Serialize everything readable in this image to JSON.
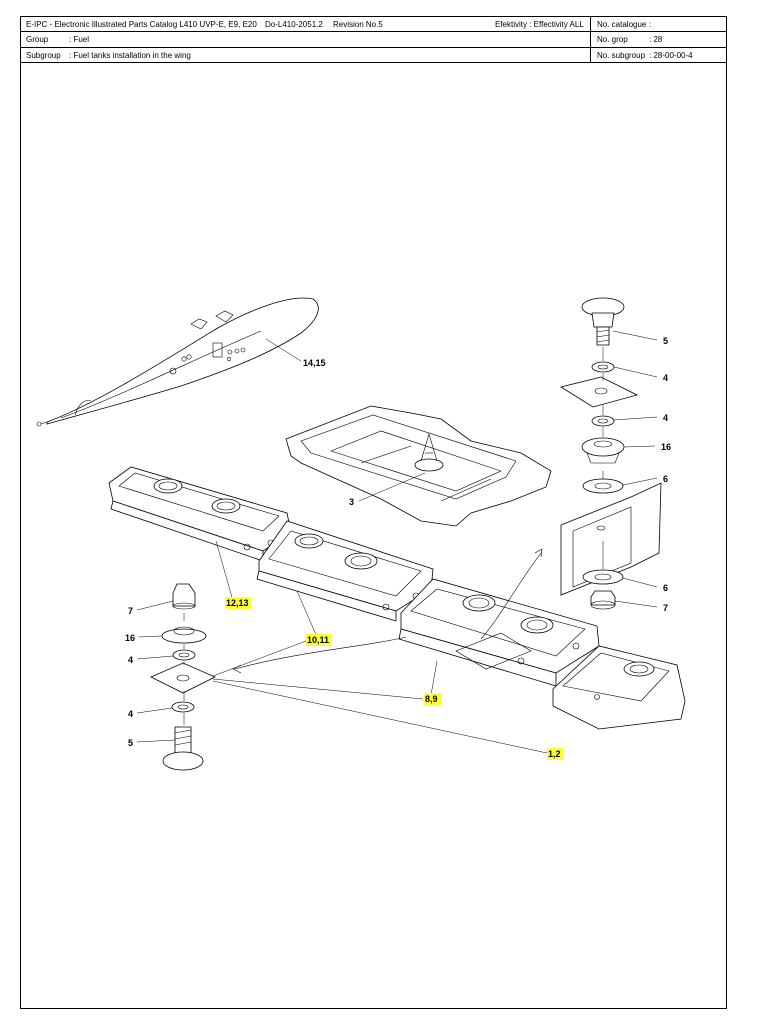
{
  "header": {
    "catalog_title": "E-IPC - Electronic Illustrated Parts Catalog L410 UVP-E, E9, E20",
    "doc_number": "Do-L410-2051.2",
    "revision": "Revision No.5",
    "effectivity": "Efektivity : Effectivity ALL",
    "group_label": "Group",
    "group_value": ": Fuel",
    "subgroup_label": "Subgroup",
    "subgroup_value": ": Fuel tanks installation in the wing",
    "no_catalogue_label": "No. catalogue",
    "no_catalogue_value": ":",
    "no_grop_label": "No. grop",
    "no_grop_value": ":  28",
    "no_subgroup_label": "No. subgroup",
    "no_subgroup_value": ":  28-00-00-4"
  },
  "callouts": {
    "c14_15": "14,15",
    "c3": "3",
    "c12_13": "12,13",
    "c10_11": "10,11",
    "c8_9": "8,9",
    "c1_2": "1,2",
    "left_7": "7",
    "left_16": "16",
    "left_4a": "4",
    "left_4b": "4",
    "left_5": "5",
    "right_5": "5",
    "right_4a": "4",
    "right_4b": "4",
    "right_16": "16",
    "right_6a": "6",
    "right_6b": "6",
    "right_7": "7"
  },
  "colors": {
    "highlight": "#ffff33",
    "line": "#000000"
  }
}
